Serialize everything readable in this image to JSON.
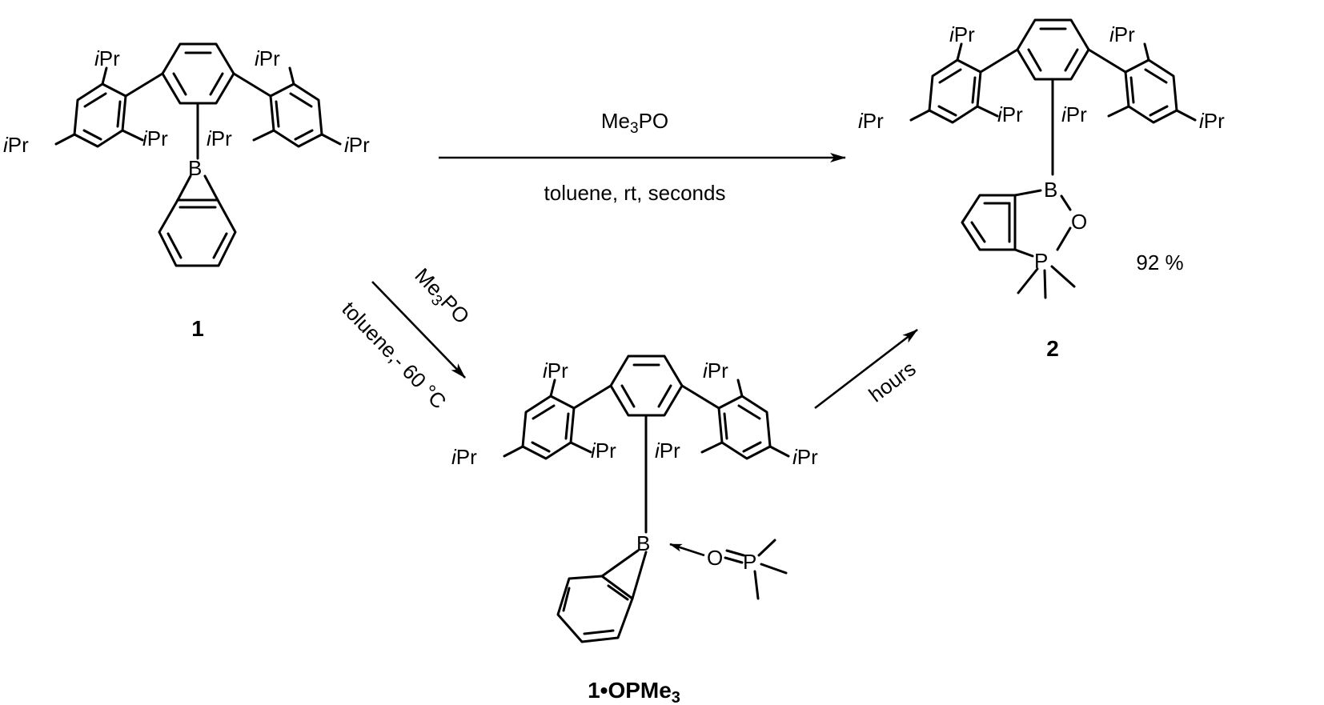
{
  "labels": {
    "ipr_italic": "i",
    "ipr_rest": "Pr",
    "atom_B": "B",
    "atom_O": "O",
    "atom_P": "P"
  },
  "compounds": {
    "c1": {
      "number": "1"
    },
    "c2": {
      "number": "2",
      "yield": "92 %"
    },
    "c1opme3": {
      "number": "1",
      "suffix": "•OPMe",
      "subscript": "3"
    }
  },
  "reactions": {
    "top": {
      "reagent_main": "Me",
      "reagent_sub": "3",
      "reagent_tail": "PO",
      "conditions": "toluene, rt, seconds"
    },
    "down": {
      "reagent_main": "Me",
      "reagent_sub": "3",
      "reagent_tail": "PO",
      "conditions": "toluene,- 60 °C"
    },
    "up": {
      "conditions": "hours"
    }
  }
}
